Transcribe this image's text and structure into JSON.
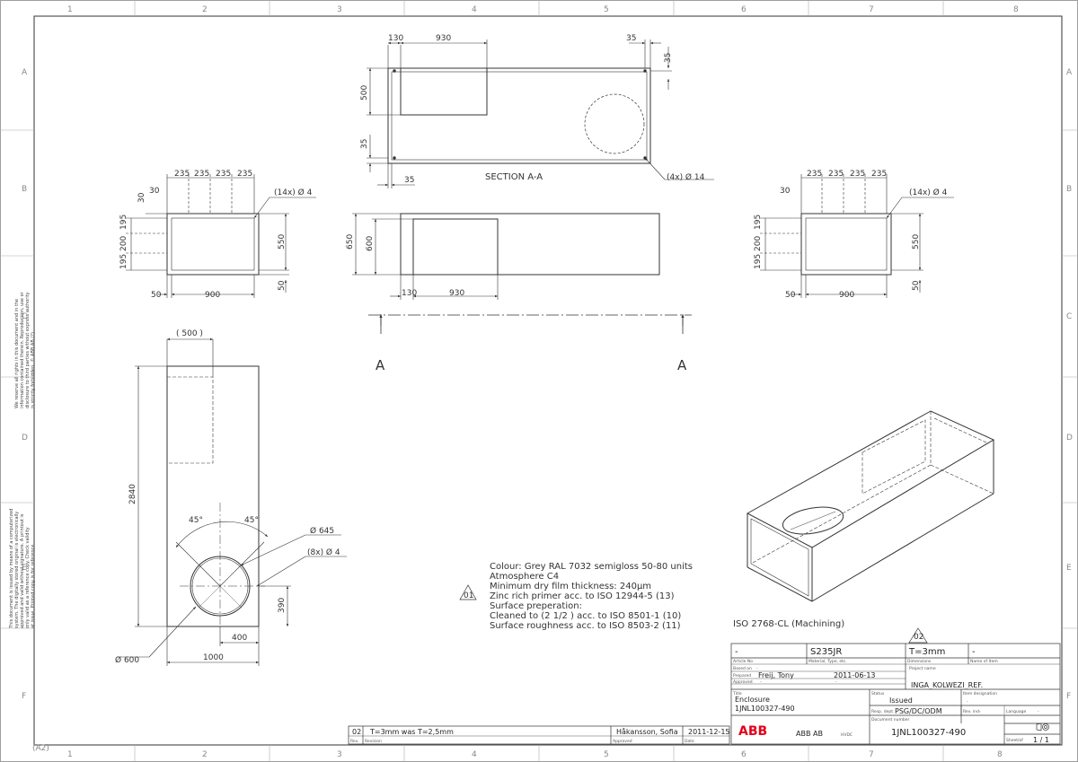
{
  "frame": {
    "columns": [
      "1",
      "2",
      "3",
      "4",
      "5",
      "6",
      "7",
      "8"
    ],
    "rows": [
      "A",
      "B",
      "C",
      "D",
      "E",
      "F"
    ],
    "corner": "(A2)"
  },
  "side_texts": {
    "upper": [
      "We reserve all rights in this document and in the",
      "information contained therein. Reproduction, use or",
      "disclosure to third parties without express authority",
      "is strictly forbidden. © ABB AB (?)"
    ],
    "lower": [
      "This document is issued by means of a computerized",
      "system. The digitally stored original is electronically",
      "approved and valid without signature. A printout is",
      "only valid as a reference copy. Check validity",
      "at issue. Printed copy is for reference."
    ]
  },
  "section_aa": {
    "title": "SECTION A-A",
    "dims": [
      "130",
      "930",
      "35",
      "35",
      "500",
      "35",
      "35"
    ],
    "callout": "(4x)  Ø 14"
  },
  "front_view": {
    "dims": [
      "650",
      "600",
      "130",
      "930"
    ]
  },
  "section_marks": {
    "left": "A",
    "right": "A"
  },
  "left_end_view": {
    "top_dims": [
      "235",
      "235",
      "235",
      "235"
    ],
    "left_dims": [
      "30",
      "195",
      "200",
      "195"
    ],
    "right_dims": [
      "550",
      "50"
    ],
    "bottom_dims": [
      "50",
      "900"
    ],
    "callout": "(14x)  Ø 4"
  },
  "right_end_view": {
    "top_dims": [
      "235",
      "235",
      "235",
      "235"
    ],
    "left_dims": [
      "30",
      "195",
      "200",
      "195"
    ],
    "right_dims": [
      "550",
      "50"
    ],
    "bottom_dims": [
      "50",
      "900"
    ],
    "callout": "(14x)  Ø 4"
  },
  "top_view": {
    "dims": {
      "width_ref": "( 500 )",
      "length": "2840",
      "angle_left": "45°",
      "angle_right": "45°",
      "hole_dia": "Ø 645",
      "bolt": "(8x)  Ø 4",
      "hole_offset": "390",
      "center": "400",
      "inner_dia": "Ø 600",
      "width": "1000"
    }
  },
  "notes": {
    "tag": "01",
    "lines": [
      "Colour: Grey RAL 7032 semigloss 50-80 units",
      "Atmosphere C4",
      "Minimum dry film thickness: 240μm",
      "Zinc rich primer acc. to ISO 12944-5 (13)",
      "Surface preperation:",
      "Cleaned to (2 1/2 ) acc. to ISO 8501-1 (10)",
      "Surface roughness acc. to ISO 8503-2 (11)"
    ]
  },
  "iso_note": "ISO 2768-CL (Machining)",
  "rev_triangle": "02",
  "revision_table": {
    "rev": "02",
    "text": "T=3mm  was  T=2,5mm",
    "name": "Håkansson, Sofia",
    "date": "2011-12-15",
    "headers": {
      "rev": "Rev.",
      "revision": "Revision",
      "approved": "Approved",
      "date": "Date"
    }
  },
  "title_block": {
    "article_no": "-",
    "material": "S235JR",
    "dimensions": "T=3mm",
    "name_of_item": "-",
    "headers": {
      "article_no": "Article No",
      "material": "Material, Type, etc.",
      "dimensions": "Dimensions",
      "name_of_item": "Name of Item",
      "based_on": "Based on",
      "prepared": "Prepared",
      "approved": "Approved",
      "project": "Project name",
      "title": "Title",
      "status": "Status",
      "resp": "Resp. dept.",
      "item_designation": "Item designation",
      "doc_number": "Document number",
      "rev_ind": "Rev. ind.",
      "language": "Language",
      "sheet": "Sheet/of"
    },
    "based_on": "-",
    "prepared_by": "Freij, Tony",
    "prepared_date": "2011-06-13",
    "approved_by": "-",
    "approved_date": "-",
    "project": "INGA_KOLWEZI_REF.",
    "title_line1": "Enclosure",
    "title_line2": "1JNL100327-490",
    "status": "Issued",
    "item_designation": "-",
    "resp_dept": "PSG/DC/ODM",
    "rev_ind": "-",
    "language": "-",
    "company": "ABB AB",
    "division": "HVDC",
    "doc_number": "1JNL100327-490",
    "sheet": "1 / 1"
  },
  "logo": "ABB",
  "colors": {
    "line": "#333333",
    "abb_red": "#e2001a"
  }
}
